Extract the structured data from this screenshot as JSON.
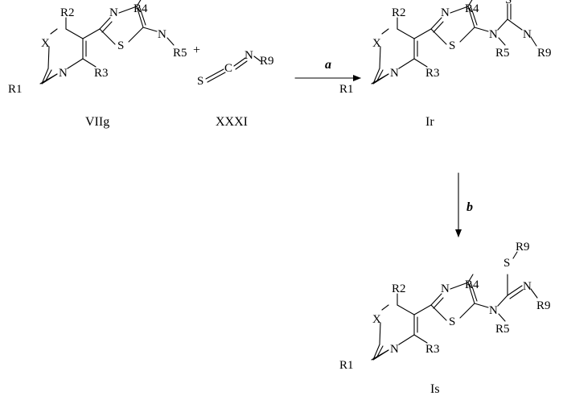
{
  "scheme": {
    "reactant_1": {
      "name": "VIIg",
      "atoms": {
        "R1": "R1",
        "R2": "R2",
        "R3": "R3",
        "R4": "R4",
        "R5": "R5",
        "X": "X",
        "N_pyr": "N",
        "N_thz": "N",
        "S_thz": "S",
        "N_amine": "N"
      }
    },
    "plus": "+",
    "reactant_2": {
      "name": "XXXI",
      "atoms": {
        "S": "S",
        "C": "C",
        "N": "N",
        "R9": "R9"
      }
    },
    "step_a": "a",
    "product_1": {
      "name": "Ir",
      "atoms": {
        "R1": "R1",
        "R2": "R2",
        "R3": "R3",
        "R4": "R4",
        "R5": "R5",
        "R9": "R9",
        "X": "X",
        "N_pyr": "N",
        "N_thz": "N",
        "S_thz": "S",
        "N_amine": "N",
        "S_thio": "S",
        "N_thio": "N"
      }
    },
    "step_b": "b",
    "product_2": {
      "name": "Is",
      "atoms": {
        "R1": "R1",
        "R2": "R2",
        "R3": "R3",
        "R4": "R4",
        "R5": "R5",
        "R9_S": "R9",
        "R9_N": "R9",
        "X": "X",
        "N_pyr": "N",
        "N_thz": "N",
        "S_thz": "S",
        "N_amine": "N",
        "S_thio": "S",
        "N_imine": "N"
      }
    }
  }
}
